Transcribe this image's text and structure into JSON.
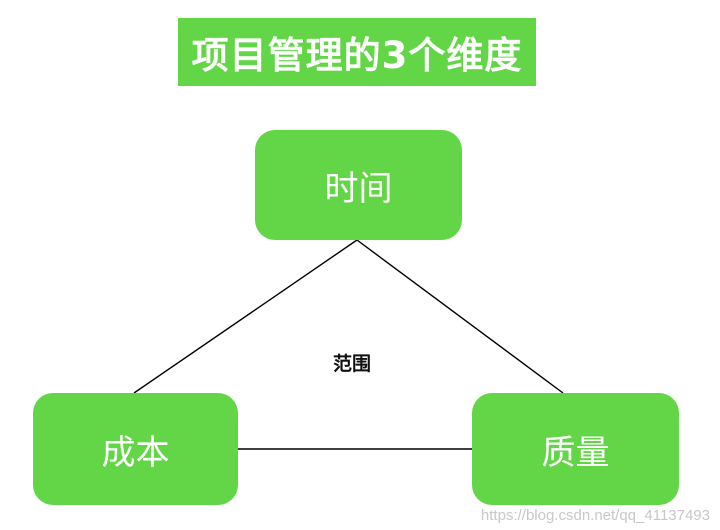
{
  "title": "项目管理的3个维度",
  "nodes": {
    "time": "时间",
    "cost": "成本",
    "quality": "质量"
  },
  "center_label": "范围",
  "watermark": "https://blog.csdn.net/qq_41137493",
  "colors": {
    "node_fill": "#63d647",
    "node_text": "#ffffff",
    "line": "#000000"
  }
}
